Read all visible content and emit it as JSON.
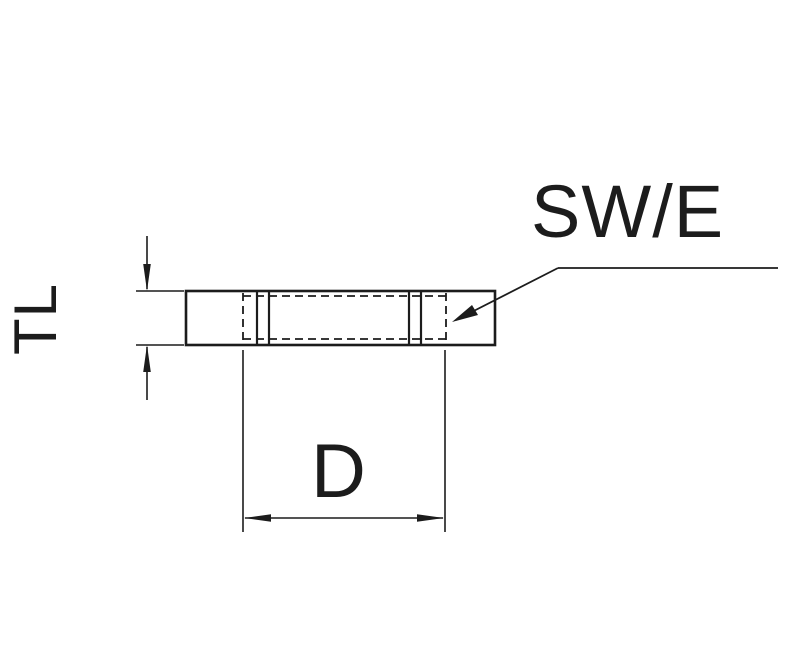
{
  "drawing": {
    "title": "threaded-bushing-side-view",
    "background": "#ffffff",
    "line_color": "#1c1c1c",
    "labels": {
      "thickness": "TL",
      "wrench_size": "SW/E",
      "diameter": "D"
    }
  }
}
